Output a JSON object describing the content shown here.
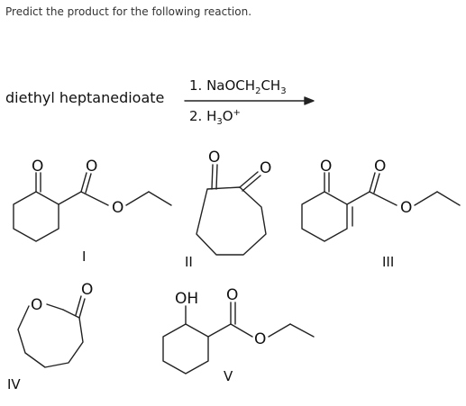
{
  "question": "Predict the product for the following reaction.",
  "reactant": "diethyl heptanedioate",
  "conditions": {
    "step1_prefix": "1. NaOCH",
    "step1_sub1": "2",
    "step1_mid": "CH",
    "step1_sub2": "3",
    "step2_prefix": "2. H",
    "step2_sub": "3",
    "step2_mid": "O",
    "step2_sup": "+"
  },
  "atoms": {
    "oxygen": "O",
    "hydroxyl": "OH"
  },
  "choices": [
    {
      "label": "I"
    },
    {
      "label": "II"
    },
    {
      "label": "III"
    },
    {
      "label": "IV"
    },
    {
      "label": "V"
    }
  ]
}
